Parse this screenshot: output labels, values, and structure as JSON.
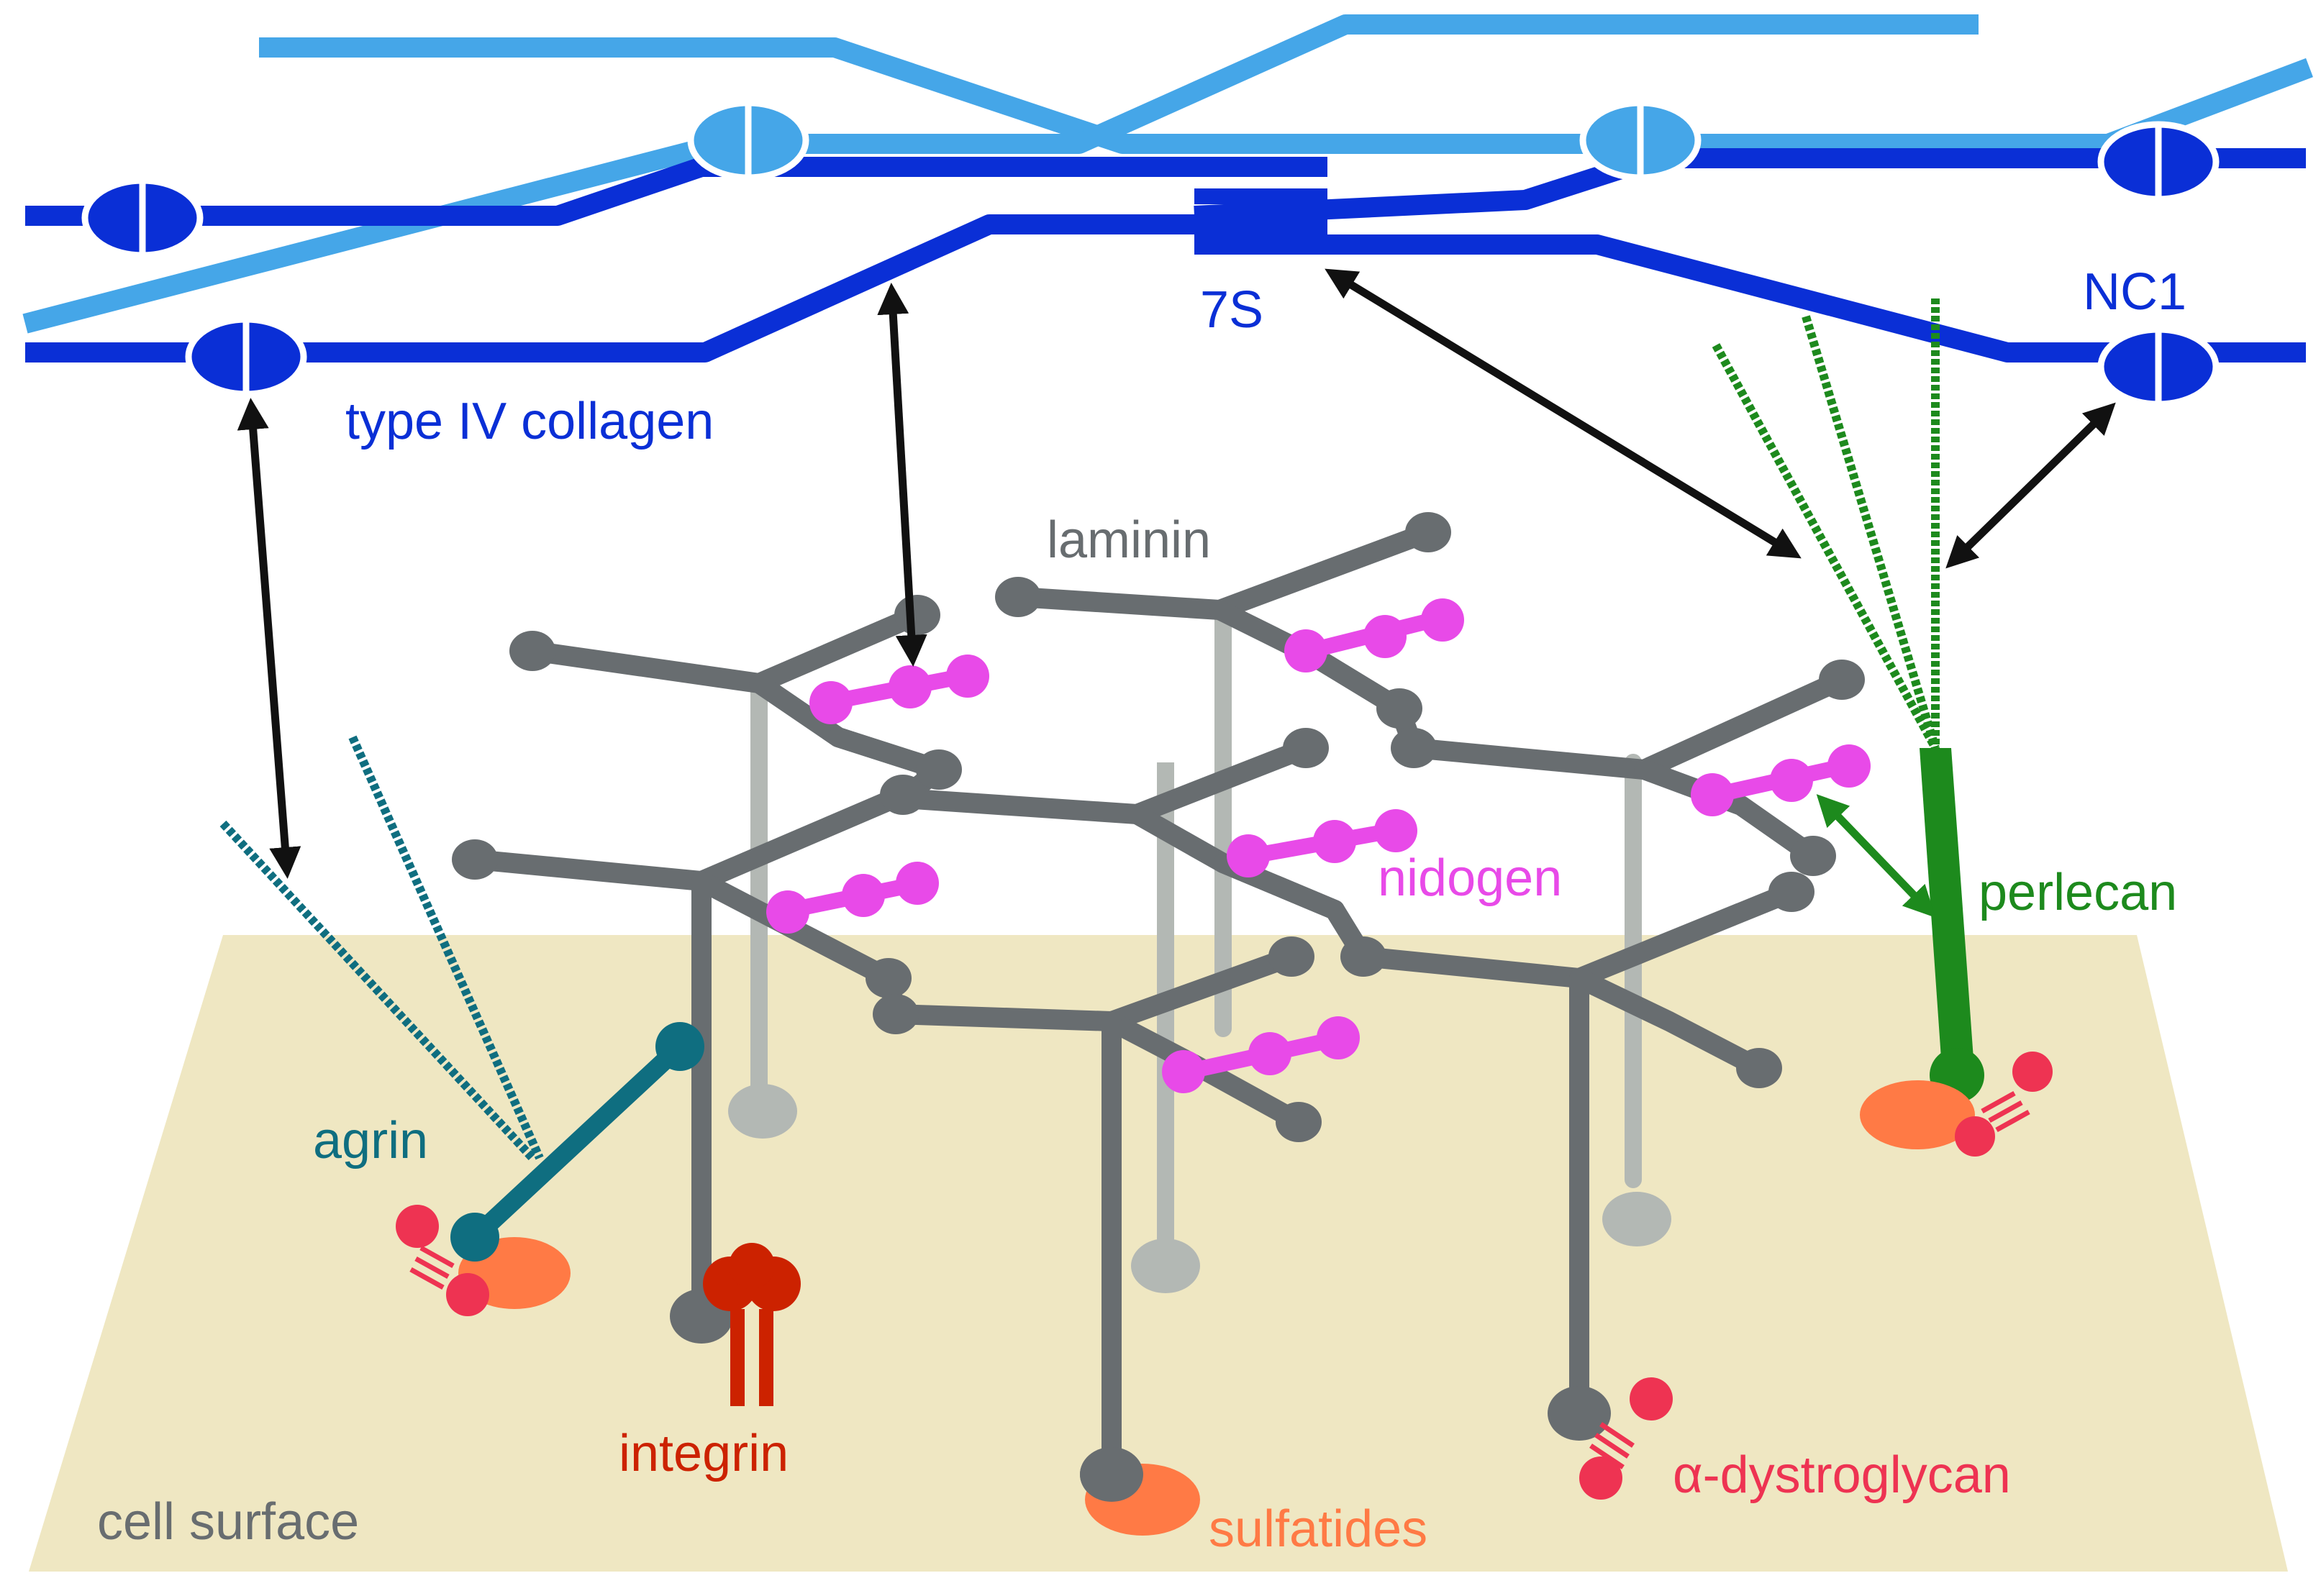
{
  "colors": {
    "collagen_dark": "#0a2fd6",
    "collagen_light": "#45a6e8",
    "laminin": "#686d70",
    "laminin_back": "#b3b8b4",
    "nidogen": "#e84ae8",
    "perlecan": "#1d8a1d",
    "agrin": "#0f6e80",
    "integrin": "#cc2200",
    "dystroglycan": "#ee3352",
    "sulfatides": "#ff7a45",
    "cell_surface": "#efe7c2",
    "arrow": "#111111"
  },
  "labels": {
    "type_iv_collagen": "type IV collagen",
    "seven_s": "7S",
    "nc1": "NC1",
    "laminin": "laminin",
    "nidogen": "nidogen",
    "perlecan": "perlecan",
    "agrin": "agrin",
    "integrin": "integrin",
    "sulfatides": "sulfatides",
    "dystroglycan": "α-dystroglycan",
    "cell_surface": "cell surface"
  }
}
